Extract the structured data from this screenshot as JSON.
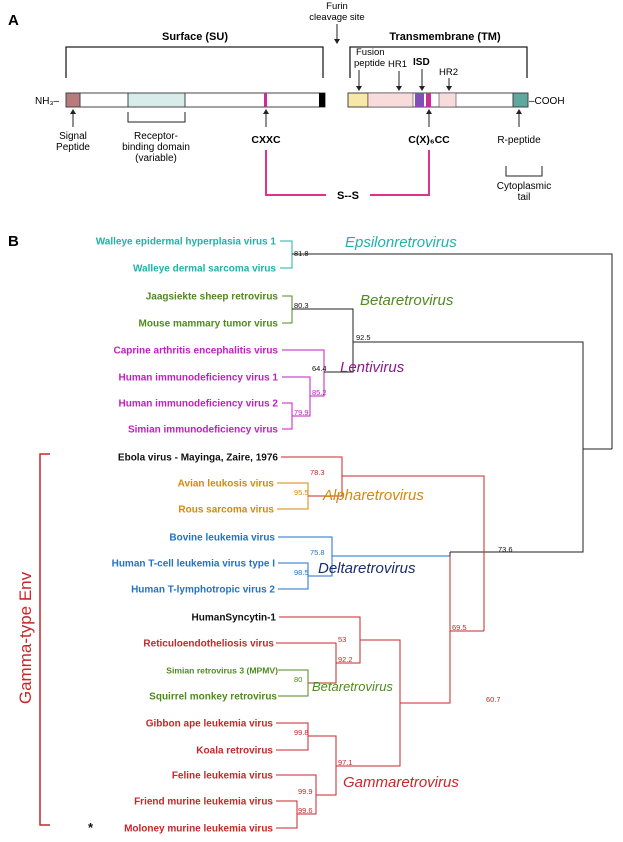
{
  "panel_a": {
    "label": "A",
    "surface_title": "Surface (SU)",
    "transmembrane_title": "Transmembrane (TM)",
    "furin_label_line1": "Furin",
    "furin_label_line2": "cleavage site",
    "nh3": "NH₃–",
    "cooh": "–COOH",
    "signal_peptide_line1": "Signal",
    "signal_peptide_line2": "Peptide",
    "rbd_line1": "Receptor-",
    "rbd_line2": "binding domain",
    "rbd_line3": "(variable)",
    "cxxc": "CXXC",
    "cx6cc": "C(X)₆CC",
    "disulfide": "S--S",
    "fusion_line1": "Fusion",
    "fusion_line2": "peptide",
    "hr1": "HR1",
    "isd": "ISD",
    "hr2": "HR2",
    "rpeptide": "R-peptide",
    "cyto_line1": "Cytoplasmic",
    "cyto_line2": "tail",
    "colors": {
      "signal": "#b77b7b",
      "rbd": "#d8ecea",
      "cxxc_mark": "#cc2b9a",
      "fusion": "#f7e8a8",
      "hr": "#f8dcdc",
      "isd1": "#7f4fb5",
      "isd2": "#cc2b9a",
      "rpeptide": "#5ea8a0",
      "disulfide": "#e0318f"
    }
  },
  "panel_b": {
    "label": "B",
    "gamma_bracket_label": "Gamma-type Env",
    "asterisk": "*",
    "taxa": [
      {
        "name": "Walleye epidermal hyperplasia virus 1",
        "color": "#20b2aa"
      },
      {
        "name": "Walleye dermal sarcoma virus",
        "color": "#20b2aa"
      },
      {
        "name": "Jaagsiekte sheep retrovirus",
        "color": "#4f8a1c"
      },
      {
        "name": "Mouse mammary tumor virus",
        "color": "#4f8a1c"
      },
      {
        "name": "Caprine arthritis encephalitis virus",
        "color": "#c21fc2"
      },
      {
        "name": "Human immunodeficiency virus 1",
        "color": "#c21fc2"
      },
      {
        "name": "Human immunodeficiency virus 2",
        "color": "#c21fc2"
      },
      {
        "name": "Simian immunodeficiency virus",
        "color": "#c21fc2"
      },
      {
        "name": "Ebola virus - Mayinga, Zaire, 1976",
        "color": "#111111"
      },
      {
        "name": "Avian leukosis virus",
        "color": "#d4890b"
      },
      {
        "name": "Rous sarcoma virus",
        "color": "#d4890b"
      },
      {
        "name": "Bovine leukemia virus",
        "color": "#1f73c9"
      },
      {
        "name": "Human T-cell leukemia virus type I",
        "color": "#1f73c9"
      },
      {
        "name": "Human T-lymphotropic virus 2",
        "color": "#1f73c9"
      },
      {
        "name": "HumanSyncytin-1",
        "color": "#111111"
      },
      {
        "name": "Reticuloendotheliosis virus",
        "color": "#c62828"
      },
      {
        "name": "Simian retrovirus 3 (MPMV)",
        "color": "#4f8a1c"
      },
      {
        "name": "Squirrel monkey retrovirus",
        "color": "#4f8a1c"
      },
      {
        "name": "Gibbon ape leukemia virus",
        "color": "#c62828"
      },
      {
        "name": "Koala retrovirus",
        "color": "#c62828"
      },
      {
        "name": "Feline leukemia virus",
        "color": "#c62828"
      },
      {
        "name": "Friend murine leukemia virus",
        "color": "#c62828"
      },
      {
        "name": "Moloney murine leukemia virus",
        "color": "#c62828"
      }
    ],
    "genera": [
      {
        "name": "Epsilonretrovirus",
        "color": "#20b2aa"
      },
      {
        "name": "Betaretrovirus",
        "color": "#4f8a1c"
      },
      {
        "name": "Lentivirus",
        "color": "#8b1a8b"
      },
      {
        "name": "Alpharetrovirus",
        "color": "#d4890b"
      },
      {
        "name": "Deltaretrovirus",
        "color": "#1a2e6b"
      },
      {
        "name": "Betaretrovirus",
        "color": "#4f8a1c"
      },
      {
        "name": "Gammaretrovirus",
        "color": "#c62828"
      }
    ],
    "bootstrap": [
      {
        "value": "81.8",
        "color": "#111111"
      },
      {
        "value": "80.3",
        "color": "#111111"
      },
      {
        "value": "92.5",
        "color": "#111111"
      },
      {
        "value": "64.4",
        "color": "#111111"
      },
      {
        "value": "85.2",
        "color": "#c21fc2"
      },
      {
        "value": "79.9",
        "color": "#c21fc2"
      },
      {
        "value": "78.3",
        "color": "#c62828"
      },
      {
        "value": "95.5",
        "color": "#d4890b"
      },
      {
        "value": "75.8",
        "color": "#1f73c9"
      },
      {
        "value": "98.5",
        "color": "#1f73c9"
      },
      {
        "value": "73.6",
        "color": "#111111"
      },
      {
        "value": "69.5",
        "color": "#c62828"
      },
      {
        "value": "53",
        "color": "#c62828"
      },
      {
        "value": "92.2",
        "color": "#c62828"
      },
      {
        "value": "80",
        "color": "#4f8a1c"
      },
      {
        "value": "60.7",
        "color": "#c62828"
      },
      {
        "value": "99.8",
        "color": "#c62828"
      },
      {
        "value": "97.1",
        "color": "#c62828"
      },
      {
        "value": "99.9",
        "color": "#c62828"
      },
      {
        "value": "99.6",
        "color": "#c62828"
      }
    ]
  }
}
